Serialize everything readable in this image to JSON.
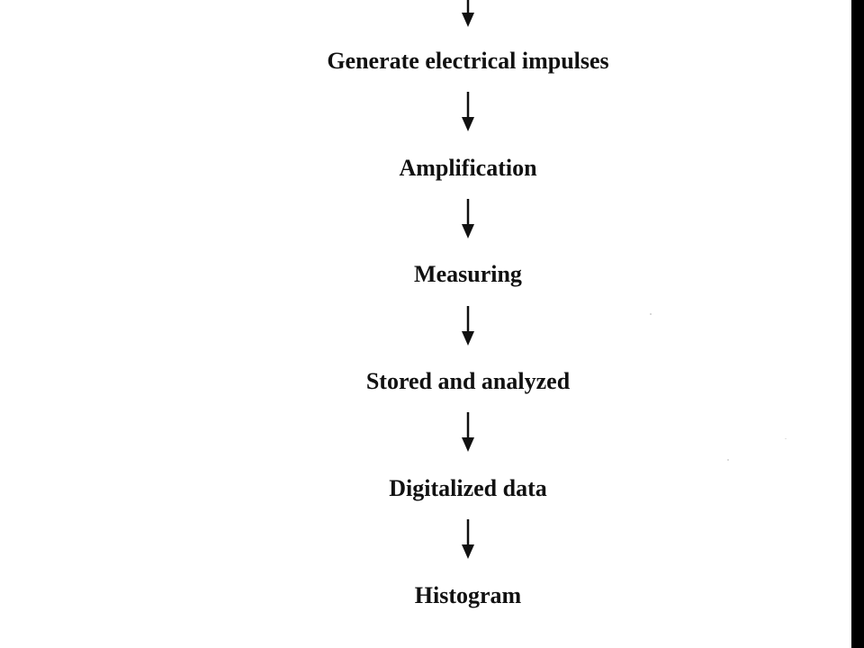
{
  "diagram": {
    "steps": [
      {
        "label": "Generate electrical impulses"
      },
      {
        "label": "Amplification"
      },
      {
        "label": "Measuring"
      },
      {
        "label": "Stored and analyzed"
      },
      {
        "label": "Digitalized data"
      },
      {
        "label": "Histogram"
      }
    ],
    "colors": {
      "text": "#111111",
      "arrow": "#111111",
      "background": "#ffffff",
      "border": "#000000"
    }
  }
}
